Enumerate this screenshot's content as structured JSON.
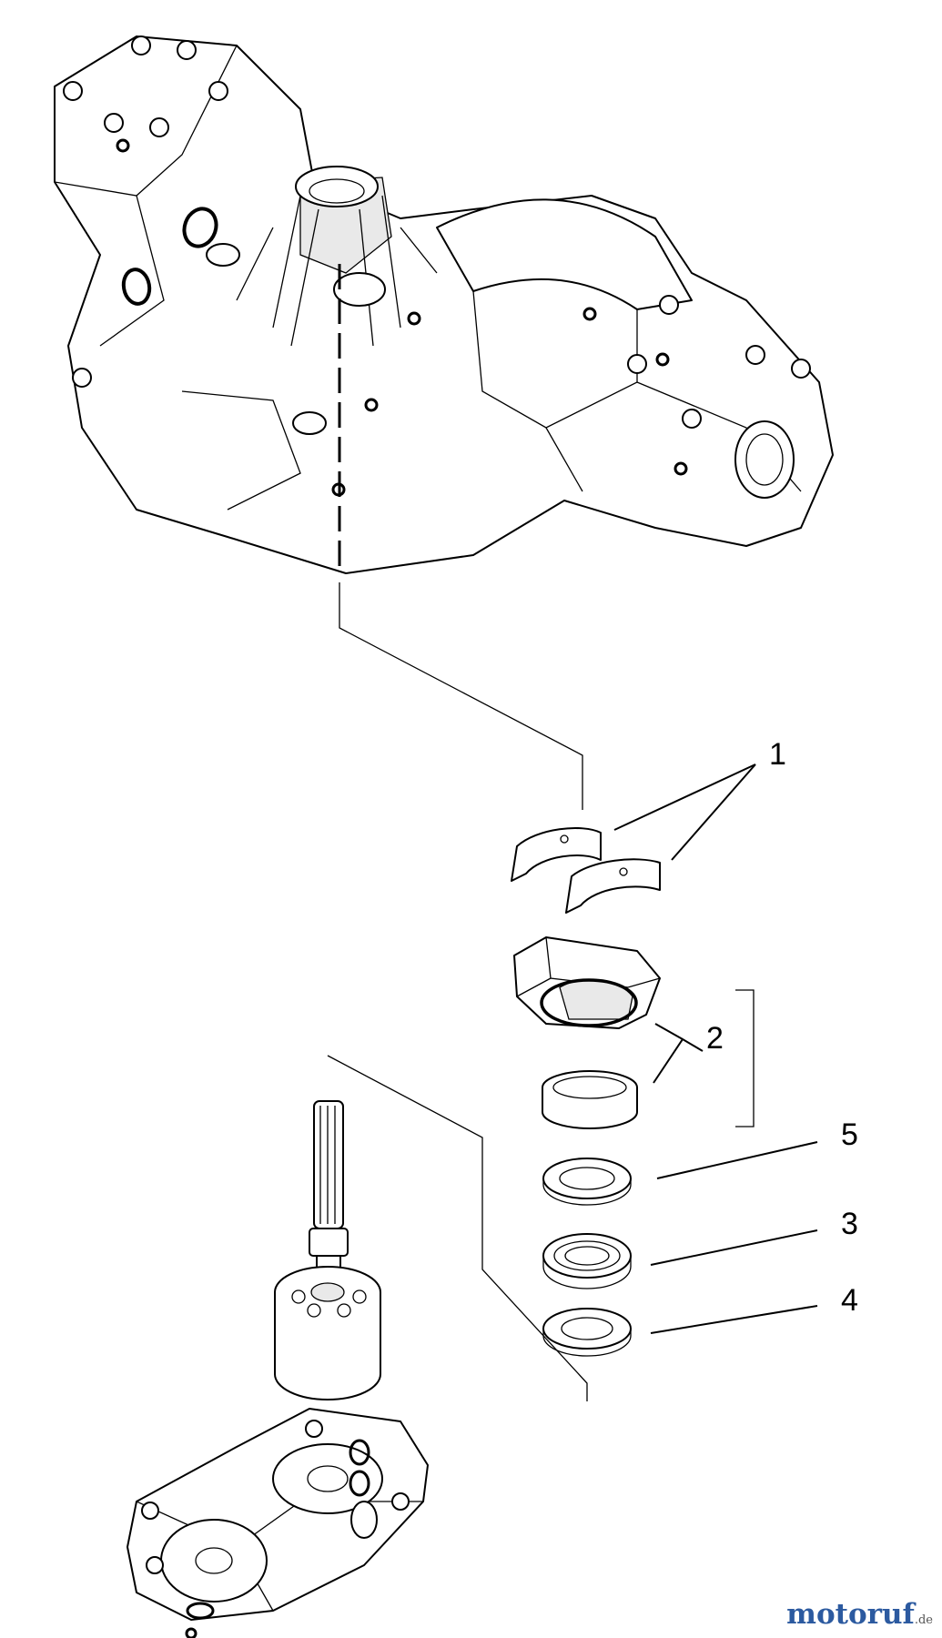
{
  "callouts": [
    {
      "id": "1",
      "label": "1"
    },
    {
      "id": "2",
      "label": "2"
    },
    {
      "id": "3",
      "label": "3"
    },
    {
      "id": "4",
      "label": "4"
    },
    {
      "id": "5",
      "label": "5"
    }
  ],
  "watermark": {
    "brand": "motoruf",
    "suffix": ".de"
  },
  "colors": {
    "line": "#000000",
    "background": "#ffffff",
    "watermark_blue": "#2c5aa0",
    "watermark_green": "#6a9d2a"
  }
}
